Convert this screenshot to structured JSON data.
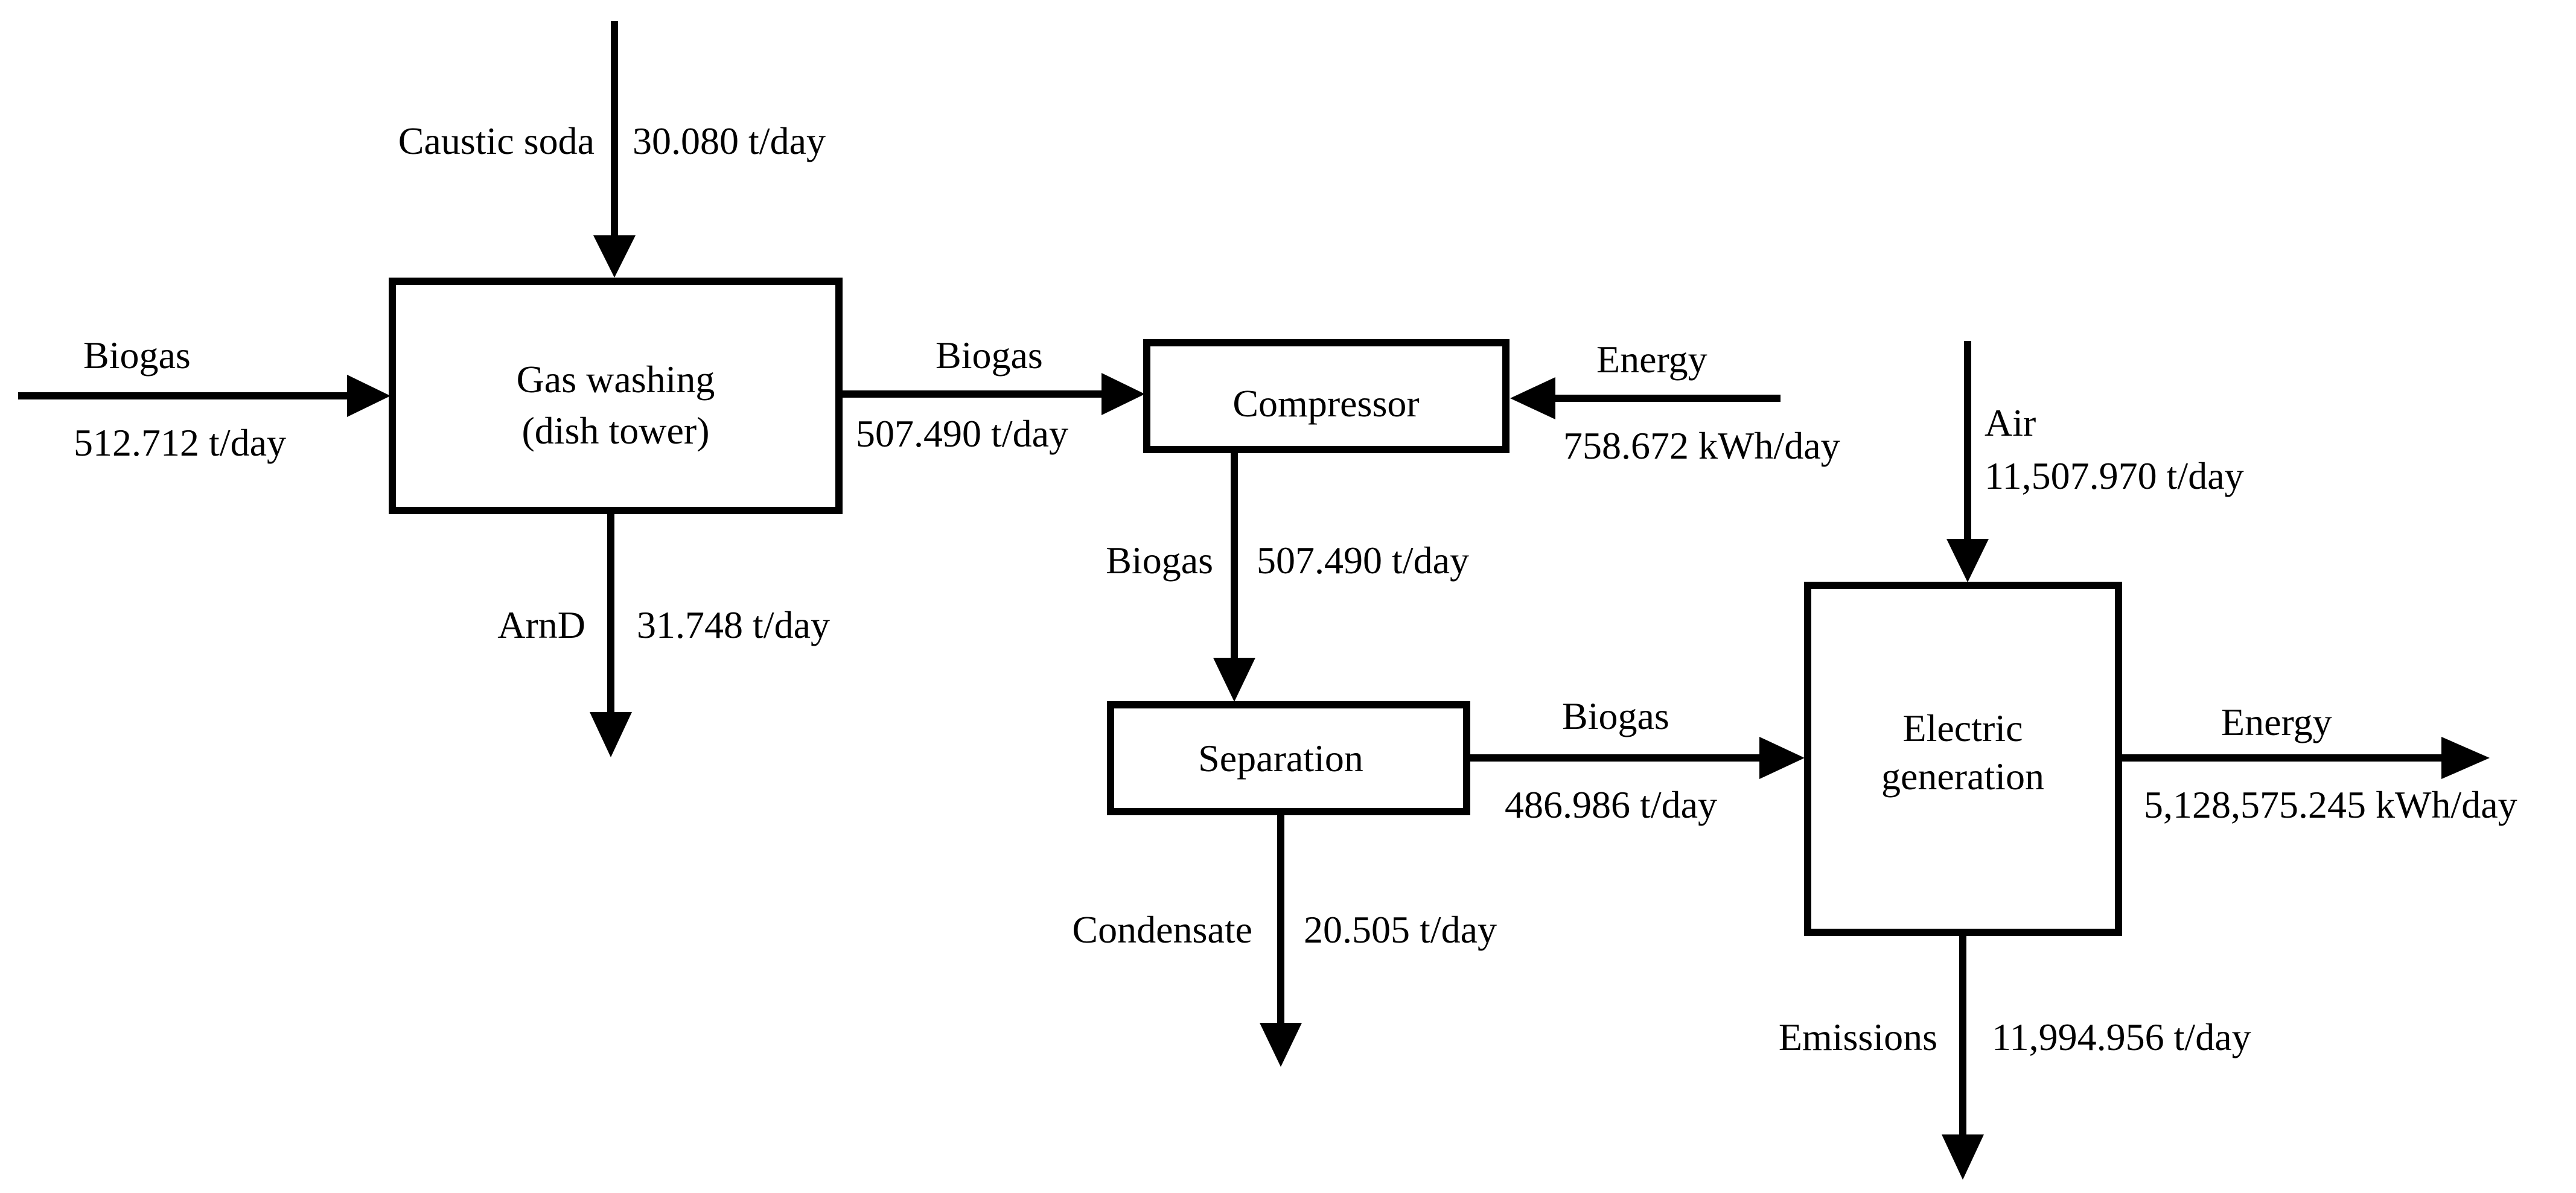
{
  "processes": {
    "gas_washing": {
      "line1": "Gas washing",
      "line2": "(dish tower)"
    },
    "compressor": {
      "label": "Compressor"
    },
    "separation": {
      "label": "Separation"
    },
    "electric_generation": {
      "line1": "Electric",
      "line2": "generation"
    }
  },
  "streams": {
    "caustic_soda": {
      "name": "Caustic soda",
      "amount": "30.080 t/day"
    },
    "biogas_feed": {
      "name": "Biogas",
      "amount": "512.712 t/day"
    },
    "arnd": {
      "name": "ArnD",
      "amount": "31.748 t/day"
    },
    "biogas_washed": {
      "name": "Biogas",
      "amount": "507.490 t/day"
    },
    "energy_compressor": {
      "name": "Energy",
      "amount": "758.672 kWh/day"
    },
    "biogas_compressed": {
      "name": "Biogas",
      "amount": "507.490 t/day"
    },
    "condensate": {
      "name": "Condensate",
      "amount": "20.505 t/day"
    },
    "biogas_separated": {
      "name": "Biogas",
      "amount": "486.986 t/day"
    },
    "air": {
      "name": "Air",
      "amount": "11,507.970 t/day"
    },
    "energy_output": {
      "name": "Energy",
      "amount": "5,128,575.245 kWh/day"
    },
    "emissions": {
      "name": "Emissions",
      "amount": "11,994.956 t/day"
    }
  },
  "colors": {
    "line": "#000000",
    "background": "#ffffff"
  }
}
